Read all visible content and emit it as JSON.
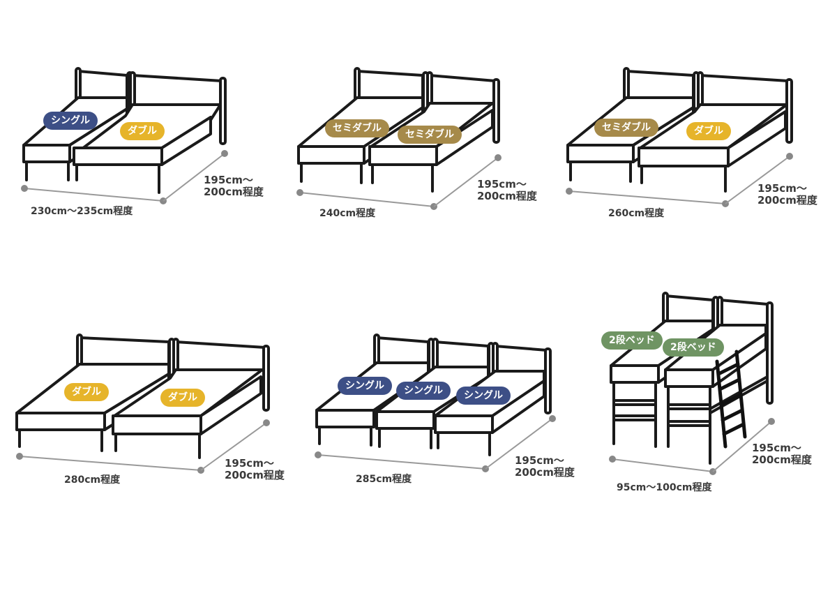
{
  "panels": [
    {
      "badges": [
        "シングル",
        "ダブル"
      ],
      "width_label": "230cm〜235cm程度",
      "depth_line1": "195cm〜",
      "depth_line2": "200cm程度"
    },
    {
      "badges": [
        "セミダブル",
        "セミダブル"
      ],
      "width_label": "240cm程度",
      "depth_line1": "195cm〜",
      "depth_line2": "200cm程度"
    },
    {
      "badges": [
        "セミダブル",
        "ダブル"
      ],
      "width_label": "260cm程度",
      "depth_line1": "195cm〜",
      "depth_line2": "200cm程度"
    },
    {
      "badges": [
        "ダブル",
        "ダブル"
      ],
      "width_label": "280cm程度",
      "depth_line1": "195cm〜",
      "depth_line2": "200cm程度"
    },
    {
      "badges": [
        "シングル",
        "シングル",
        "シングル"
      ],
      "width_label": "285cm程度",
      "depth_line1": "195cm〜",
      "depth_line2": "200cm程度"
    },
    {
      "badges": [
        "2段ベッド",
        "2段ベッド"
      ],
      "width_label": "95cm〜100cm程度",
      "depth_line1": "195cm〜",
      "depth_line2": "200cm程度"
    }
  ],
  "colors": {
    "single": "#3d4f86",
    "double": "#e6b42a",
    "semi_double": "#a68a4a",
    "bunk": "#6f9463"
  }
}
